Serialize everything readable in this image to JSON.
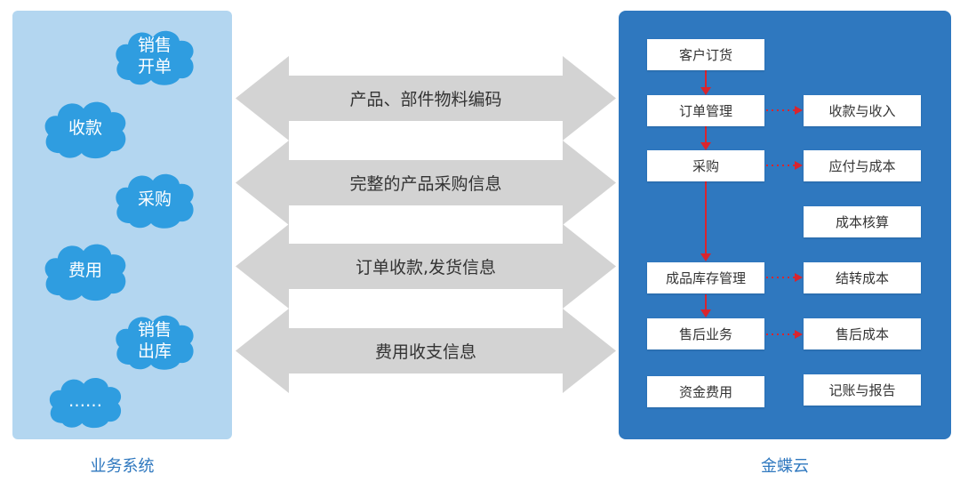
{
  "colors": {
    "left_panel_bg": "#b3d6f0",
    "cloud_fill": "#2f9de0",
    "right_panel_bg": "#2f78bf",
    "arrow_fill": "#d3d3d3",
    "flow_arrow": "#d9252e",
    "caption_text": "#2f78bf"
  },
  "left_panel": {
    "caption": "业务系统",
    "items": [
      {
        "label": "销售\n开单"
      },
      {
        "label": "收款"
      },
      {
        "label": "采购"
      },
      {
        "label": "费用"
      },
      {
        "label": "销售\n出库"
      },
      {
        "label": "……"
      }
    ]
  },
  "arrows": [
    {
      "label": "产品、部件物料编码"
    },
    {
      "label": "完整的产品采购信息"
    },
    {
      "label": "订单收款,发货信息"
    },
    {
      "label": "费用收支信息"
    }
  ],
  "right_panel": {
    "caption": "金蝶云",
    "flow_boxes": [
      {
        "label": "客户订货"
      },
      {
        "label": "订单管理"
      },
      {
        "label": "采购"
      },
      {
        "label": "成品库存管理"
      },
      {
        "label": "售后业务"
      },
      {
        "label": "资金费用"
      }
    ],
    "result_boxes": [
      {
        "label": "收款与收入"
      },
      {
        "label": "应付与成本"
      },
      {
        "label": "成本核算"
      },
      {
        "label": "结转成本"
      },
      {
        "label": "售后成本"
      },
      {
        "label": "记账与报告"
      }
    ]
  }
}
